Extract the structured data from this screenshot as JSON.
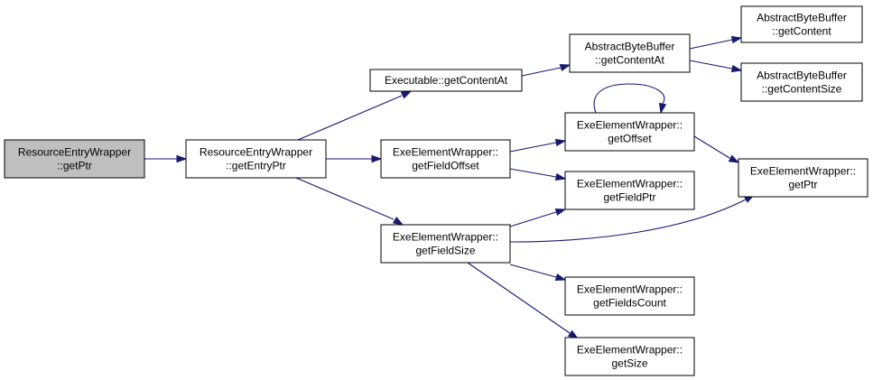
{
  "diagram": {
    "nodes": [
      {
        "id": "n_root",
        "lines": [
          "ResourceEntryWrapper",
          "::getPtr"
        ],
        "highlighted": true
      },
      {
        "id": "n_getEntryPtr",
        "lines": [
          "ResourceEntryWrapper",
          "::getEntryPtr"
        ]
      },
      {
        "id": "n_exec_getContentAt",
        "lines": [
          "Executable::getContentAt"
        ]
      },
      {
        "id": "n_abb_getContentAt",
        "lines": [
          "AbstractByteBuffer",
          "::getContentAt"
        ]
      },
      {
        "id": "n_abb_getContent",
        "lines": [
          "AbstractByteBuffer",
          "::getContent"
        ]
      },
      {
        "id": "n_abb_getContentSize",
        "lines": [
          "AbstractByteBuffer",
          "::getContentSize"
        ]
      },
      {
        "id": "n_getFieldOffset",
        "lines": [
          "ExeElementWrapper::",
          "getFieldOffset"
        ]
      },
      {
        "id": "n_getOffset",
        "lines": [
          "ExeElementWrapper::",
          "getOffset"
        ]
      },
      {
        "id": "n_getFieldPtr",
        "lines": [
          "ExeElementWrapper::",
          "getFieldPtr"
        ]
      },
      {
        "id": "n_getPtr",
        "lines": [
          "ExeElementWrapper::",
          "getPtr"
        ]
      },
      {
        "id": "n_getFieldSize",
        "lines": [
          "ExeElementWrapper::",
          "getFieldSize"
        ]
      },
      {
        "id": "n_getFieldsCount",
        "lines": [
          "ExeElementWrapper::",
          "getFieldsCount"
        ]
      },
      {
        "id": "n_getSize",
        "lines": [
          "ExeElementWrapper::",
          "getSize"
        ]
      }
    ],
    "edges": [
      {
        "from": "n_root",
        "to": "n_getEntryPtr"
      },
      {
        "from": "n_getEntryPtr",
        "to": "n_exec_getContentAt"
      },
      {
        "from": "n_getEntryPtr",
        "to": "n_getFieldOffset"
      },
      {
        "from": "n_getEntryPtr",
        "to": "n_getFieldSize"
      },
      {
        "from": "n_exec_getContentAt",
        "to": "n_abb_getContentAt"
      },
      {
        "from": "n_abb_getContentAt",
        "to": "n_abb_getContent"
      },
      {
        "from": "n_abb_getContentAt",
        "to": "n_abb_getContentSize"
      },
      {
        "from": "n_getFieldOffset",
        "to": "n_getOffset"
      },
      {
        "from": "n_getFieldOffset",
        "to": "n_getFieldPtr"
      },
      {
        "from": "n_getOffset",
        "to": "n_getOffset"
      },
      {
        "from": "n_getOffset",
        "to": "n_getPtr"
      },
      {
        "from": "n_getFieldSize",
        "to": "n_getFieldPtr"
      },
      {
        "from": "n_getFieldSize",
        "to": "n_getPtr"
      },
      {
        "from": "n_getFieldSize",
        "to": "n_getFieldsCount"
      },
      {
        "from": "n_getFieldSize",
        "to": "n_getSize"
      }
    ],
    "colors": {
      "edge": "#191970",
      "node_border": "#000000",
      "node_fill": "#ffffff",
      "root_fill": "#bfbfbf"
    }
  }
}
